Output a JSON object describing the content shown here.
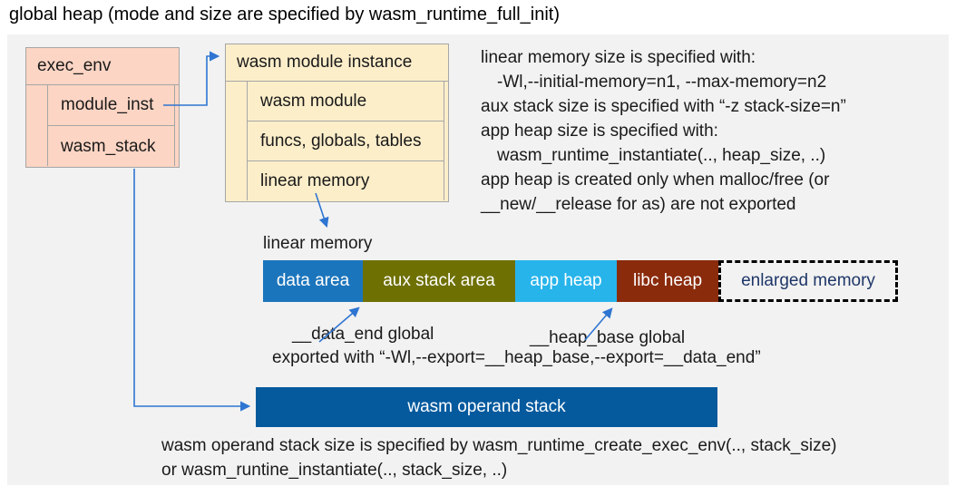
{
  "title": "global heap (mode and size are specified by wasm_runtime_full_init)",
  "exec_env": {
    "header": "exec_env",
    "rows": [
      "module_inst",
      "wasm_stack"
    ]
  },
  "module_instance": {
    "header": "wasm module instance",
    "rows": [
      "wasm module",
      "funcs, globals, tables",
      "linear memory"
    ]
  },
  "notes_right": [
    "linear memory size is specified with:",
    "-Wl,--initial-memory=n1, --max-memory=n2",
    "aux stack size is specified with “-z stack-size=n”",
    "app heap size is specified with:",
    "wasm_runtime_instantiate(.., heap_size, ..)",
    "app heap is created only when malloc/free (or",
    "__new/__release for as) are not exported"
  ],
  "linear_memory": {
    "label": "linear memory",
    "segments": [
      {
        "label": "data area",
        "color": "#1b75bc"
      },
      {
        "label": "aux stack area",
        "color": "#6e7002"
      },
      {
        "label": "app heap",
        "color": "#27b4eb"
      },
      {
        "label": "libc heap",
        "color": "#8a2b0c"
      },
      {
        "label": "enlarged memory",
        "color": "dashed-outline"
      }
    ]
  },
  "globals_labels": {
    "data_end": "__data_end global",
    "heap_base": "__heap_base global",
    "exported": "exported with “-Wl,--export=__heap_base,--export=__data_end”"
  },
  "operand_stack": {
    "label": "wasm operand stack",
    "note_line1": "wasm operand stack size is specified by wasm_runtime_create_exec_env(.., stack_size)",
    "note_line2": "or wasm_runtine_instantiate(.., stack_size, ..)"
  },
  "colors": {
    "panel_bg": "#f2f2f2",
    "exec_env_fill": "#fcd5c4",
    "module_instance_fill": "#fdeeca",
    "box_border": "#a6a6a6",
    "arrow_blue": "#2e75d2",
    "data_area": "#1b75bc",
    "aux_stack_area": "#6e7002",
    "app_heap": "#27b4eb",
    "libc_heap": "#8a2b0c",
    "operand_stack_bar": "#055a9e",
    "enlarged_memory_text": "#1e3668"
  }
}
